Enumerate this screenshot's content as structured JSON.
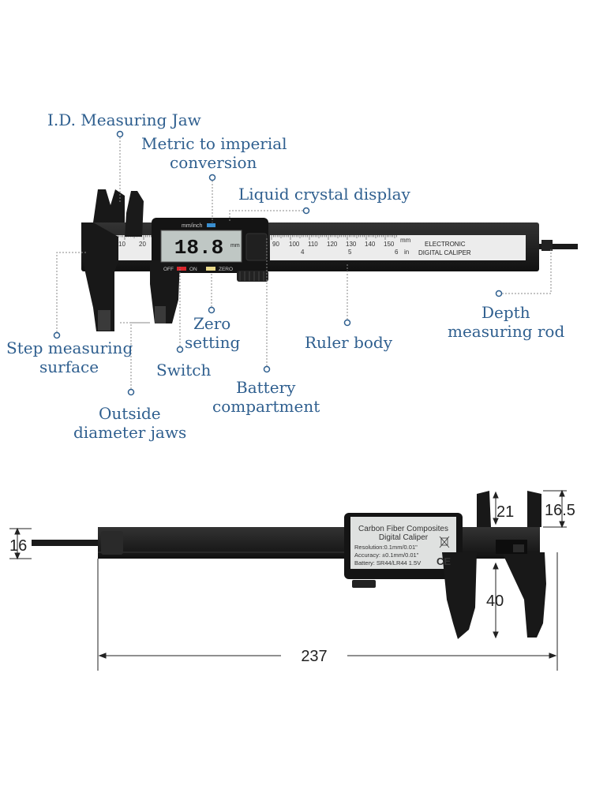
{
  "labels": {
    "id_jaw": "I.D. Measuring Jaw",
    "metric_1": "Metric to imperial",
    "metric_2": "conversion",
    "lcd": "Liquid crystal display",
    "step_1": "Step measuring",
    "step_2": "surface",
    "zero_1": "Zero",
    "zero_2": "setting",
    "switch": "Switch",
    "ruler_body": "Ruler body",
    "depth_1": "Depth",
    "depth_2": "measuring rod",
    "battery_1": "Battery",
    "battery_2": "compartment",
    "outside_1": "Outside",
    "outside_2": "diameter jaws"
  },
  "caliper_top": {
    "unit_button": "mm/inch",
    "display_value": "18.8",
    "display_unit": "mm",
    "off": "OFF",
    "on": "ON",
    "zero": "ZERO",
    "brand_1": "ELECTRONIC",
    "brand_2": "DIGITAL CALIPER",
    "scale_left": [
      "10",
      "20"
    ],
    "scale_right": [
      "90",
      "100",
      "110",
      "120",
      "130",
      "140",
      "150"
    ],
    "scale_inch": [
      "4",
      "5",
      "6"
    ],
    "scale_mm": "mm",
    "scale_in": "in"
  },
  "caliper_bottom": {
    "plate_1": "Carbon Fiber Composites",
    "plate_2": "Digital Caliper",
    "resolution": "Resolution:0.1mm/0.01\"",
    "accuracy": "Accuracy: ±0.1mm/0.01\"",
    "battery": "Battery: SR44/LR44 1.5V",
    "ce": "CE",
    "dims": {
      "rod": "16",
      "inner_jaw": "21",
      "inner_jaw_right": "16.5",
      "outer_jaw": "40",
      "length": "237"
    }
  },
  "colors": {
    "label_text": "#2f5f8f",
    "caliper_body": "#1c1c1c",
    "ruler_face": "#ececec",
    "lcd_face": "#bfc7c4"
  }
}
